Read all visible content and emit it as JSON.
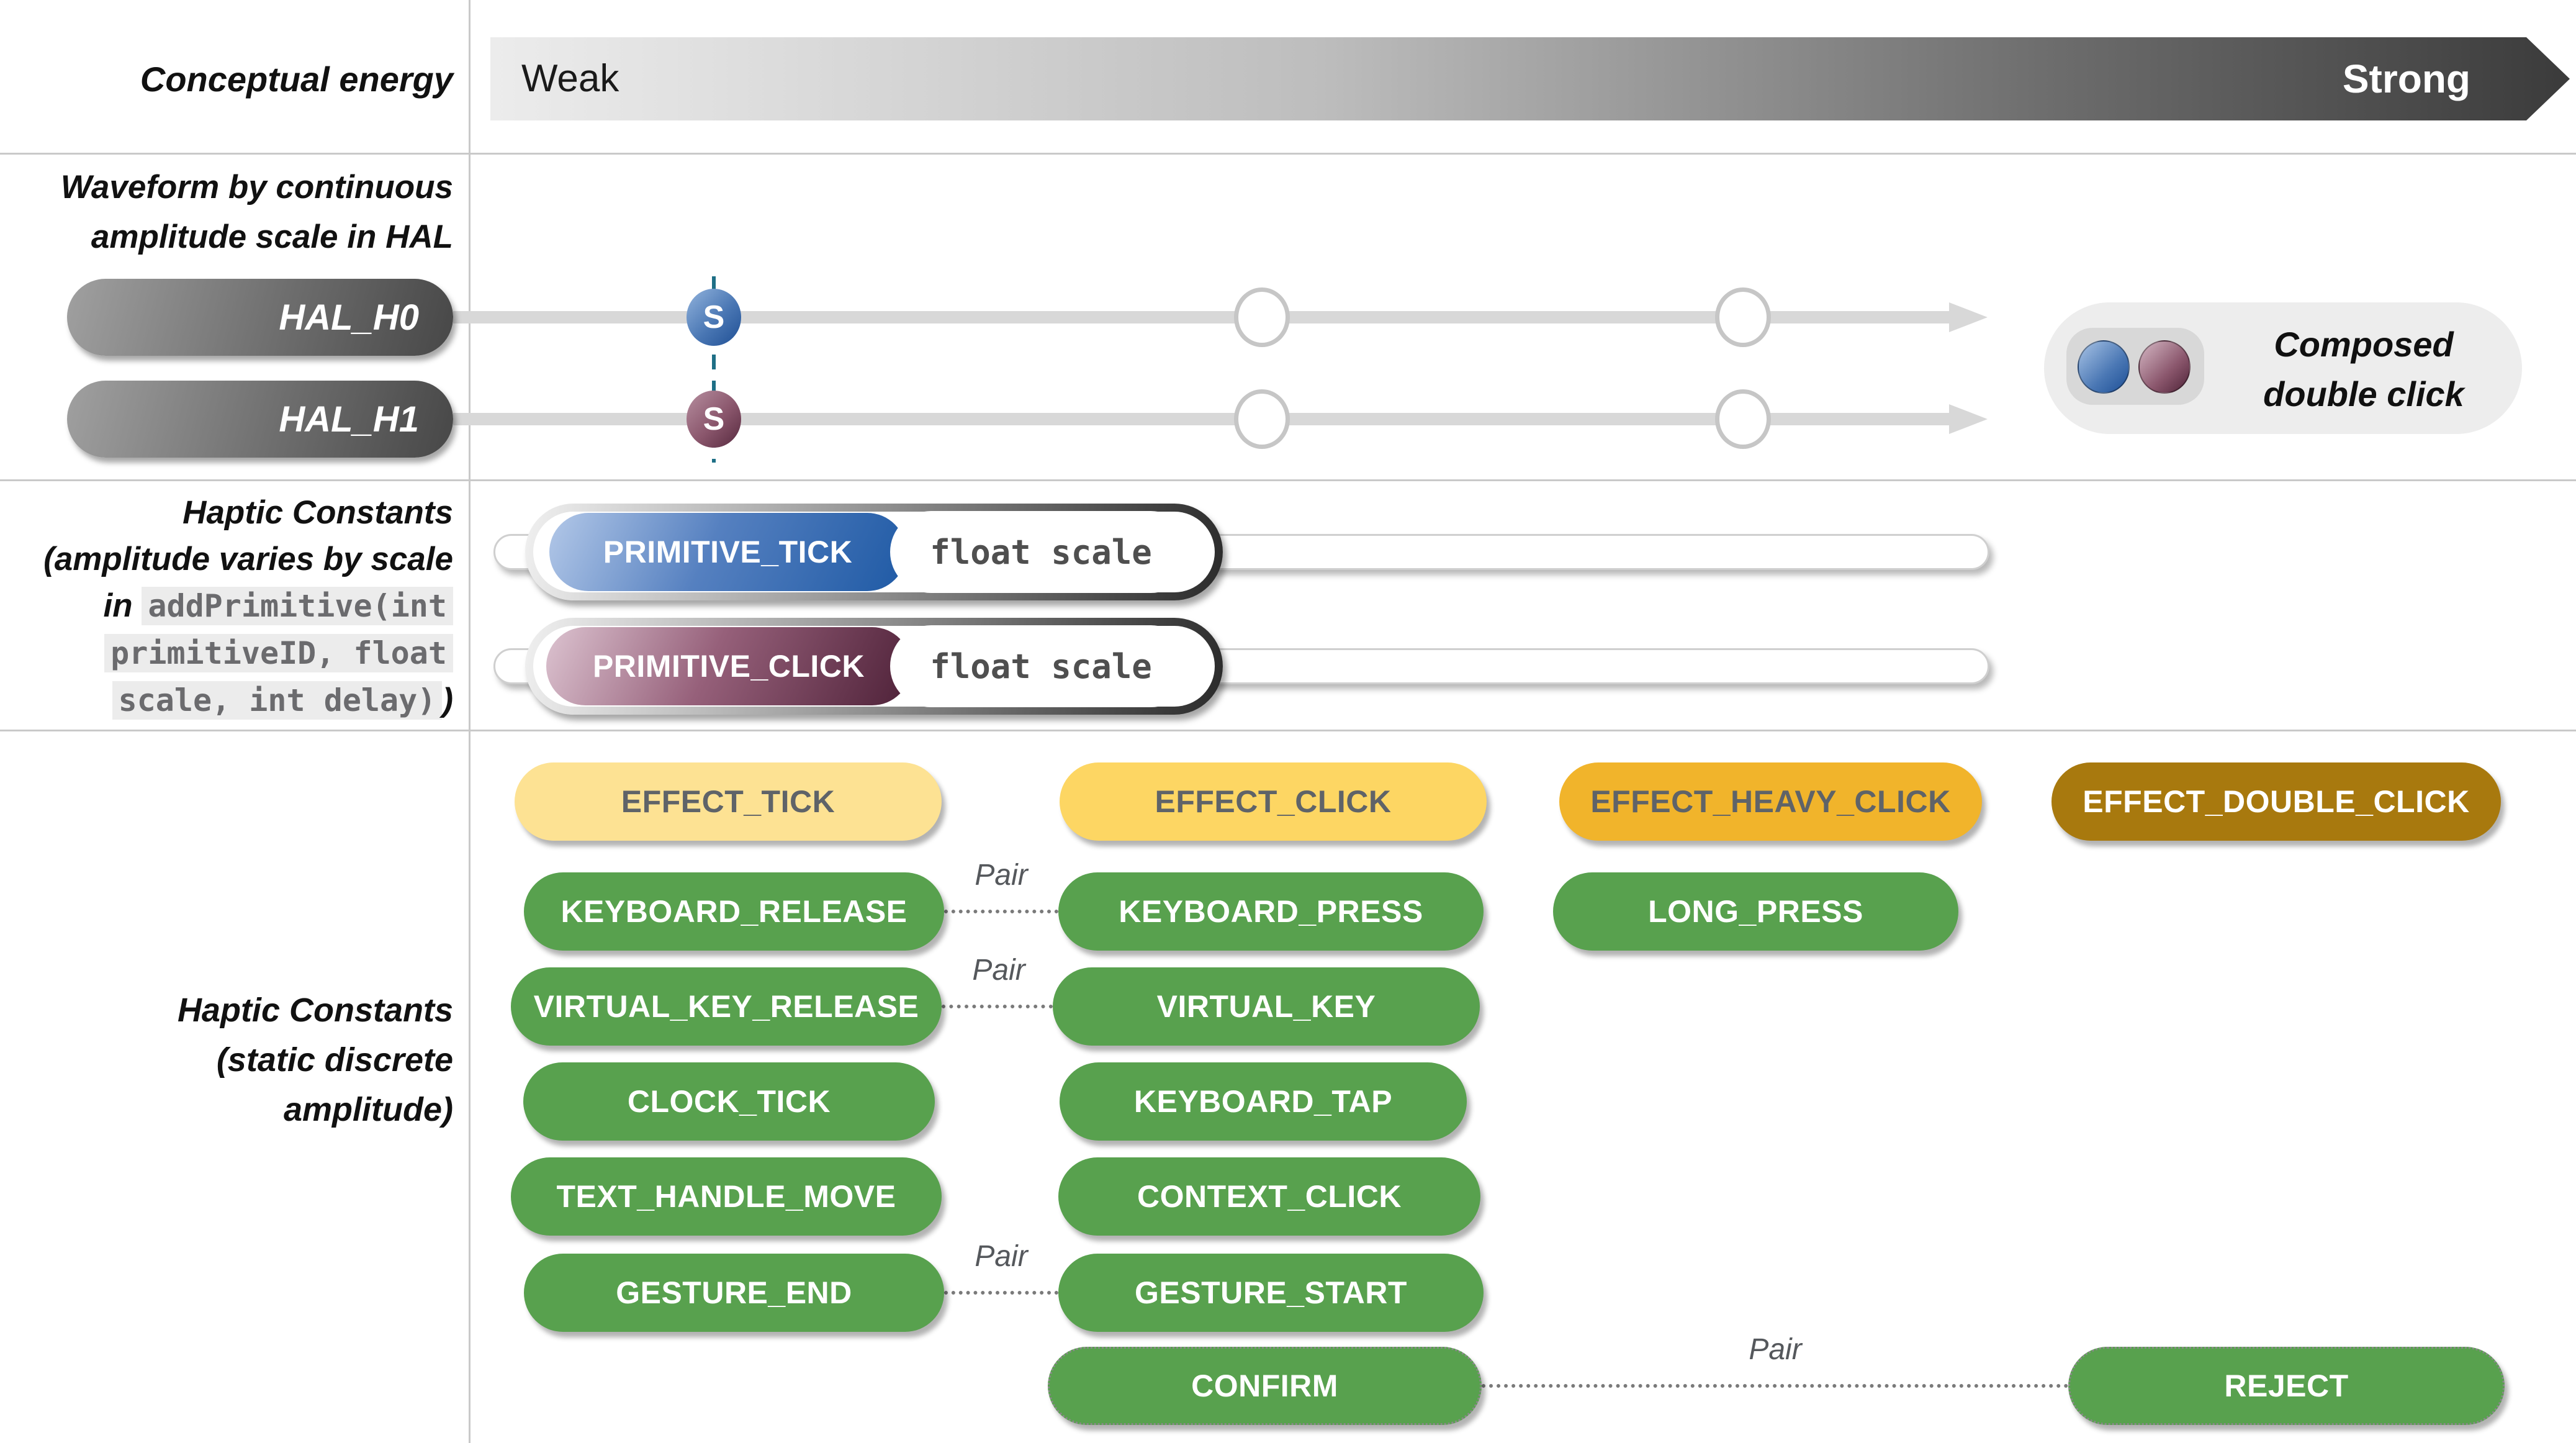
{
  "header": {
    "row1_label": "Conceptual energy",
    "energy_bar": {
      "weak_label": "Weak",
      "strong_label": "Strong"
    }
  },
  "hal_section": {
    "label_line1": "Waveform by continuous",
    "label_line2": "amplitude scale in HAL",
    "channels": [
      {
        "label": "HAL_H0",
        "marker": "S",
        "theme": "blue"
      },
      {
        "label": "HAL_H1",
        "marker": "S",
        "theme": "mauve"
      }
    ],
    "composed_note": {
      "line1": "Composed",
      "line2": "double click"
    }
  },
  "primitive_section": {
    "label": {
      "line1": "Haptic Constants",
      "line2": "(amplitude varies by scale",
      "line3_prefix": "in",
      "code_line1": "addPrimitive(int",
      "code_line2": "primitiveID, float",
      "code_line3": "scale, int delay)",
      "line5_suffix": ")"
    },
    "sliders": [
      {
        "name": "PRIMITIVE_TICK",
        "param": "float scale",
        "theme": "blue"
      },
      {
        "name": "PRIMITIVE_CLICK",
        "param": "float scale",
        "theme": "mauve"
      }
    ]
  },
  "constants_section": {
    "label_line1": "Haptic Constants",
    "label_line2": "(static discrete",
    "label_line3": "amplitude)",
    "pair_label": "Pair",
    "constants": [
      {
        "label": "EFFECT_TICK",
        "style": "yellow-light"
      },
      {
        "label": "EFFECT_CLICK",
        "style": "yellow"
      },
      {
        "label": "EFFECT_HEAVY_CLICK",
        "style": "amber"
      },
      {
        "label": "EFFECT_DOUBLE_CLICK",
        "style": "gold"
      },
      {
        "label": "KEYBOARD_RELEASE",
        "style": "green"
      },
      {
        "label": "KEYBOARD_PRESS",
        "style": "green"
      },
      {
        "label": "LONG_PRESS",
        "style": "green"
      },
      {
        "label": "VIRTUAL_KEY_RELEASE",
        "style": "green"
      },
      {
        "label": "VIRTUAL_KEY",
        "style": "green"
      },
      {
        "label": "CLOCK_TICK",
        "style": "green"
      },
      {
        "label": "KEYBOARD_TAP",
        "style": "green"
      },
      {
        "label": "TEXT_HANDLE_MOVE",
        "style": "green"
      },
      {
        "label": "CONTEXT_CLICK",
        "style": "green"
      },
      {
        "label": "GESTURE_END",
        "style": "green"
      },
      {
        "label": "GESTURE_START",
        "style": "green"
      },
      {
        "label": "CONFIRM",
        "style": "green-dotted"
      },
      {
        "label": "REJECT",
        "style": "green-dotted"
      }
    ]
  },
  "colors": {
    "green": "#58A14E",
    "yellow_light": "#FDE293",
    "yellow": "#FDD663",
    "amber": "#F1B42B",
    "gold": "#A8790E",
    "pill_text_gray": "#5F6368",
    "blue_marker": "#2F62A6",
    "mauve_marker": "#7B4A60",
    "teal_dash": "#1E6F86",
    "track_gray": "#D8D8D8",
    "divider": "#C9C9C9"
  }
}
